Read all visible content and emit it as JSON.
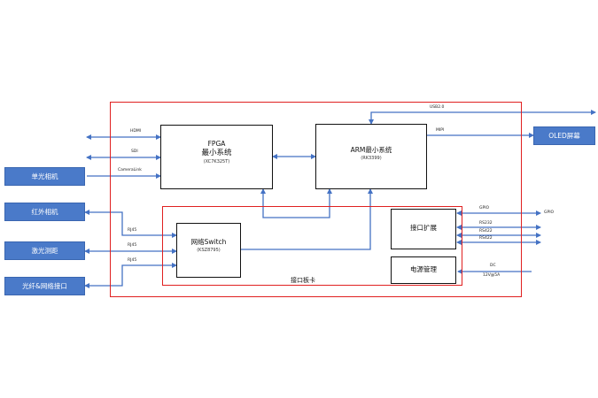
{
  "diagram": {
    "fpga": {
      "line1": "FPGA",
      "line2": "最小系统",
      "line3": "(XC7K325T)"
    },
    "arm": {
      "line1": "ARM最小系统",
      "line2": "(RK3399)"
    },
    "switch": {
      "line1": "网络Switch",
      "line2": "(KSZ8795)"
    },
    "iface_ext": "接口扩展",
    "power_mgmt": "电源管理",
    "iface_board": "接口板卡",
    "oled": "OLED屏幕",
    "left_inputs": [
      "单光相机",
      "红外相机",
      "激光测距",
      "光纤&网络接口"
    ],
    "labels": {
      "hdmi": "HDMI",
      "sdi": "SDI",
      "cameralink": "CameraLink",
      "usb": "USB2.0",
      "mipi": "MIPI",
      "rj45_1": "RJ45",
      "rj45_2": "RJ45",
      "rj45_3": "RJ45",
      "gpio": "GPIO",
      "rs232": "RS232",
      "rs422_1": "RS422",
      "rs422_2": "RS422",
      "dc": "DC",
      "dc_v": "12V@5A",
      "right_top": "GPIO"
    }
  }
}
